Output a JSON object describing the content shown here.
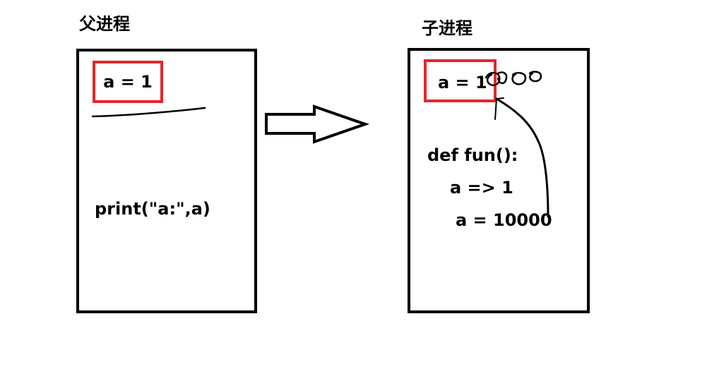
{
  "parent": {
    "title": "父进程",
    "variable": "a = 1",
    "statement": "print(\"a:\",a)"
  },
  "child": {
    "title": "子进程",
    "variable_prefix": "a = 1",
    "code": {
      "def_line": "def fun():",
      "line_1": "a => 1",
      "line_2": "a = 10000"
    }
  },
  "colors": {
    "highlight": "#e4262c",
    "ink": "#000000"
  }
}
